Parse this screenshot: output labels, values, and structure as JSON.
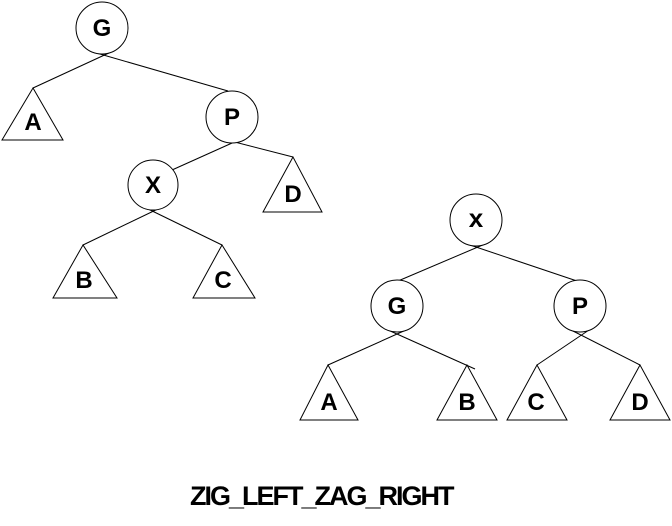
{
  "caption": "ZIG_LEFT_ZAG_RIGHT",
  "colors": {
    "stroke": "#000000",
    "background": "#ffffff"
  },
  "tree_before": {
    "root": "G",
    "root_left_subtree": "A",
    "root_right_child": "P",
    "p_left_child": "X",
    "p_right_subtree": "D",
    "x_left_subtree": "B",
    "x_right_subtree": "C"
  },
  "tree_after": {
    "root": "x",
    "left_child": "G",
    "right_child": "P",
    "g_left_subtree": "A",
    "g_right_subtree": "B",
    "p_left_subtree": "C",
    "p_right_subtree": "D"
  }
}
